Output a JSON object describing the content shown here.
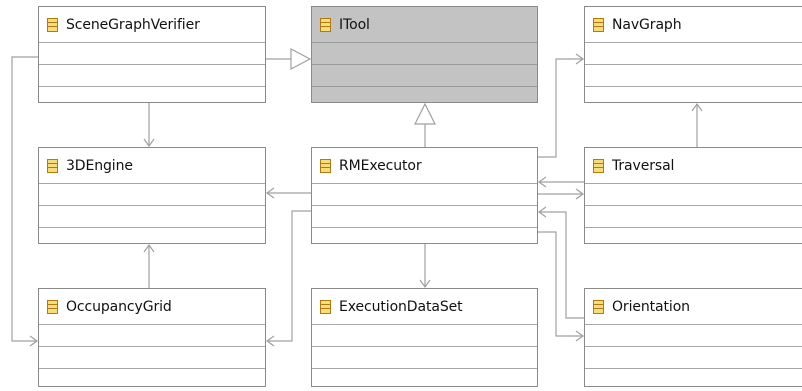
{
  "colors": {
    "connector": "#a0a0a0",
    "abstract_fill": "#c3c3c3",
    "class_icon": "#f7dc7a"
  },
  "classes": {
    "scene_graph_verifier": {
      "name": "SceneGraphVerifier",
      "icon": "class-icon"
    },
    "itool": {
      "name": "ITool",
      "icon": "class-icon",
      "abstract": true
    },
    "nav_graph": {
      "name": "NavGraph",
      "icon": "class-icon"
    },
    "engine_3d": {
      "name": "3DEngine",
      "icon": "class-icon"
    },
    "rm_executor": {
      "name": "RMExecutor",
      "icon": "class-icon"
    },
    "traversal": {
      "name": "Traversal",
      "icon": "class-icon"
    },
    "occupancy_grid": {
      "name": "OccupancyGrid",
      "icon": "class-icon"
    },
    "execution_data_set": {
      "name": "ExecutionDataSet",
      "icon": "class-icon"
    },
    "orientation": {
      "name": "Orientation",
      "icon": "class-icon"
    }
  }
}
